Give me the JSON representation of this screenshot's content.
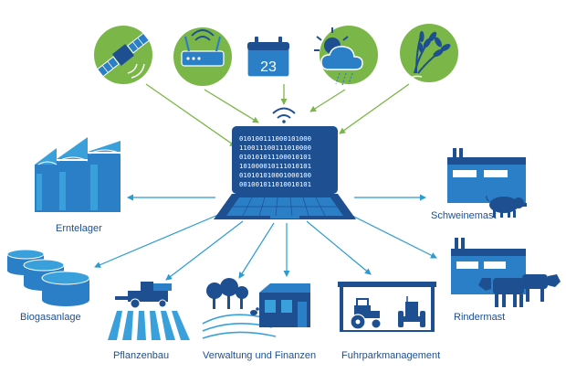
{
  "laptop_screen": {
    "binary_lines": [
      "010100111000101000",
      "110011100111010000",
      "010101011100010101",
      "101000010111010101",
      "010101010001000100",
      "001001011010010101"
    ]
  },
  "calendar_day": "23",
  "labels": {
    "erntelager": "Erntelager",
    "biogasanlage": "Biogasanlage",
    "pflanzenbau": "Pflanzenbau",
    "verwaltung": "Verwaltung und Finanzen",
    "fuhrpark": "Fuhrparkmanagement",
    "rindermast": "Rindermast",
    "schweinemast": "Schweinemast"
  },
  "top_icons": [
    "satellite-icon",
    "router-icon",
    "calendar-icon",
    "weather-icon",
    "wheat-icon"
  ],
  "colors": {
    "green_circle": "#7ab648",
    "arrow_green": "#7ab648",
    "arrow_blue": "#2b9bd3",
    "icon_blue": "#2b7fc6",
    "dark_blue": "#1d4f91",
    "light_blue": "#3aa0dc"
  }
}
